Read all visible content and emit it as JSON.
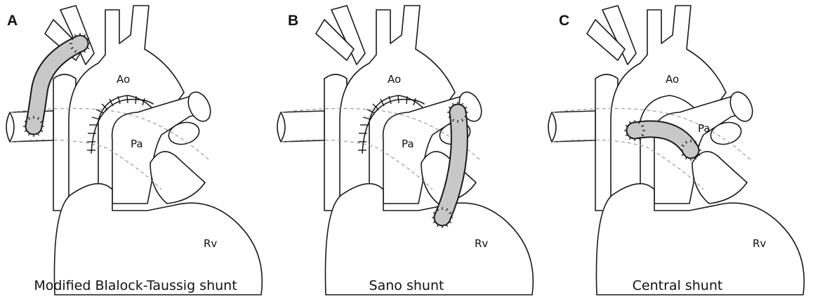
{
  "panels": [
    {
      "letter": "A",
      "caption": "Modified Blalock-Taussig shunt",
      "labels": {
        "aorta": "Ao",
        "pulmonary_artery": "Pa",
        "right_ventricle": "Rv"
      }
    },
    {
      "letter": "B",
      "caption": "Sano shunt",
      "labels": {
        "aorta": "Ao",
        "pulmonary_artery": "Pa",
        "right_ventricle": "Rv"
      }
    },
    {
      "letter": "C",
      "caption": "Central shunt",
      "labels": {
        "aorta": "Ao",
        "pulmonary_artery": "Pa",
        "right_ventricle": "Rv"
      }
    }
  ],
  "colors": {
    "shunt_fill": "#c8c8c8",
    "outline": "#1a1a1a",
    "dashed_vessel": "#9a9a9a"
  }
}
